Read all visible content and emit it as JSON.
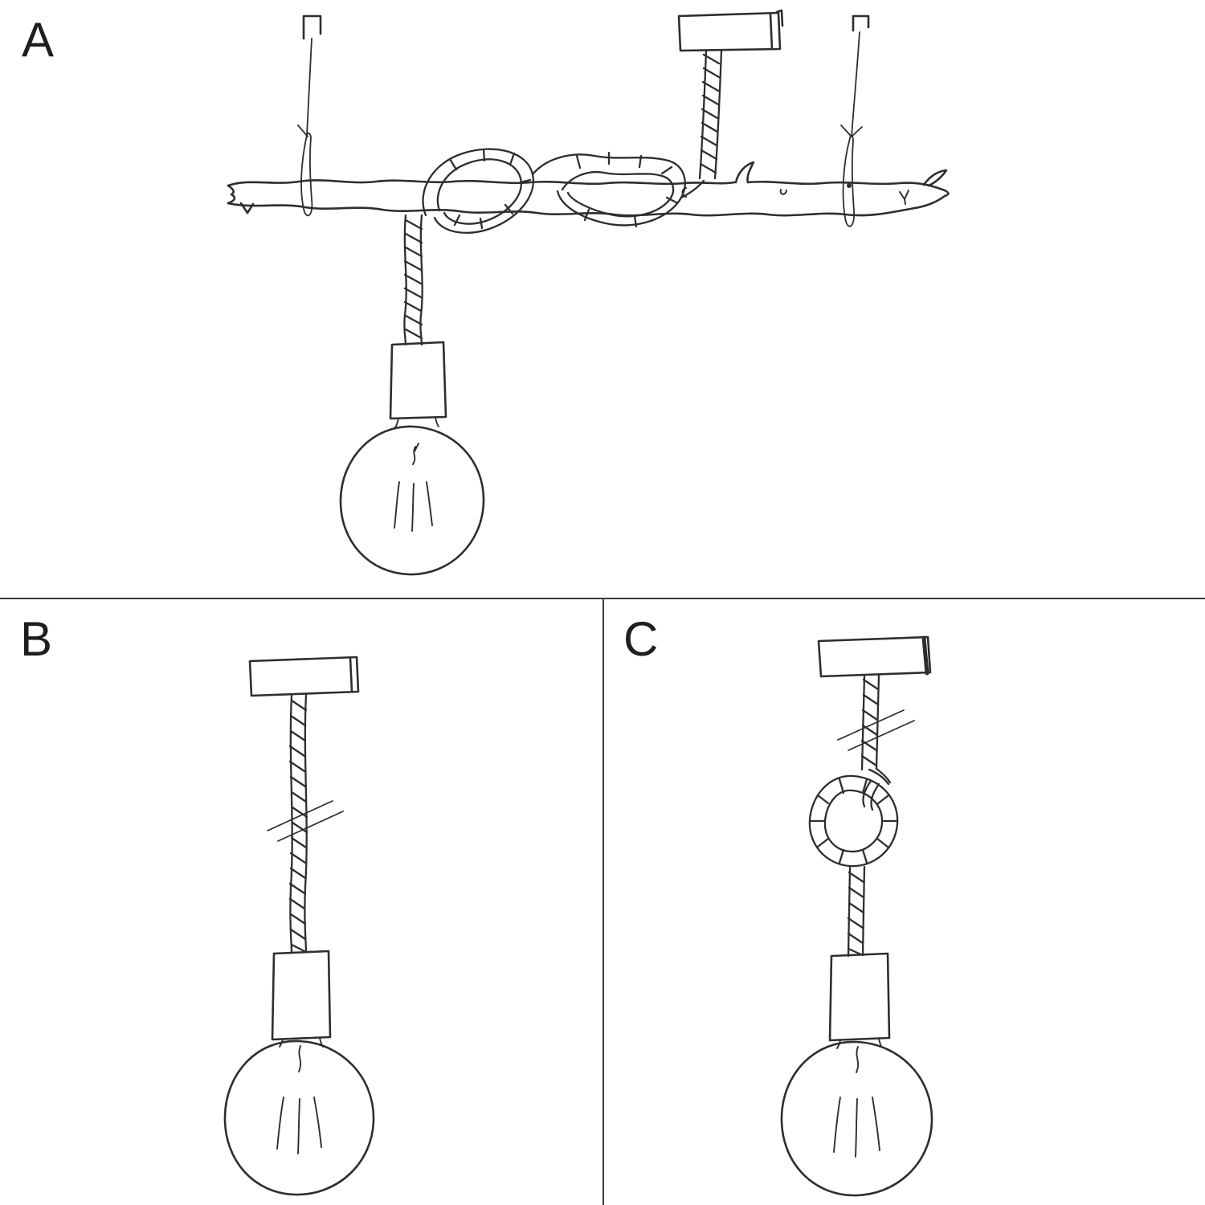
{
  "panels": {
    "a": {
      "label": "A"
    },
    "b": {
      "label": "B"
    },
    "c": {
      "label": "C"
    }
  },
  "colors": {
    "ink": "#2e2e2e",
    "divider": "#3c3c3c",
    "background": "#ffffff"
  }
}
